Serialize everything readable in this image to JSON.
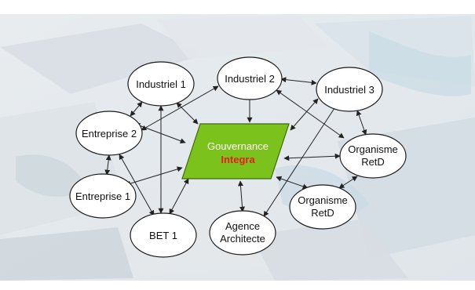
{
  "colors": {
    "hub_fill": "#7cc21c",
    "hub_stroke": "#3f6a08",
    "hub_text": "#ffffff",
    "hub_accent": "#e41e1e",
    "node_fill": "#ffffff",
    "node_stroke": "#1a1a1a",
    "edge": "#222222"
  },
  "background": {
    "description_icon": "aerial-campus-photo"
  },
  "hub": {
    "line1": "Gouvernance",
    "line2": "Integra"
  },
  "nodes": {
    "industriel_1": {
      "lines": [
        "Industriel 1"
      ]
    },
    "industriel_2": {
      "lines": [
        "Industriel 2"
      ]
    },
    "industriel_3": {
      "lines": [
        "Industriel 3"
      ]
    },
    "entreprise_2": {
      "lines": [
        "Entreprise 2"
      ]
    },
    "entreprise_1": {
      "lines": [
        "Entreprise 1"
      ]
    },
    "bet_1": {
      "lines": [
        "BET 1"
      ]
    },
    "agence": {
      "lines": [
        "Agence",
        "Architecte"
      ]
    },
    "organisme_1": {
      "lines": [
        "Organisme",
        "RetD"
      ]
    },
    "organisme_2": {
      "lines": [
        "Organisme",
        "RetD"
      ]
    }
  }
}
